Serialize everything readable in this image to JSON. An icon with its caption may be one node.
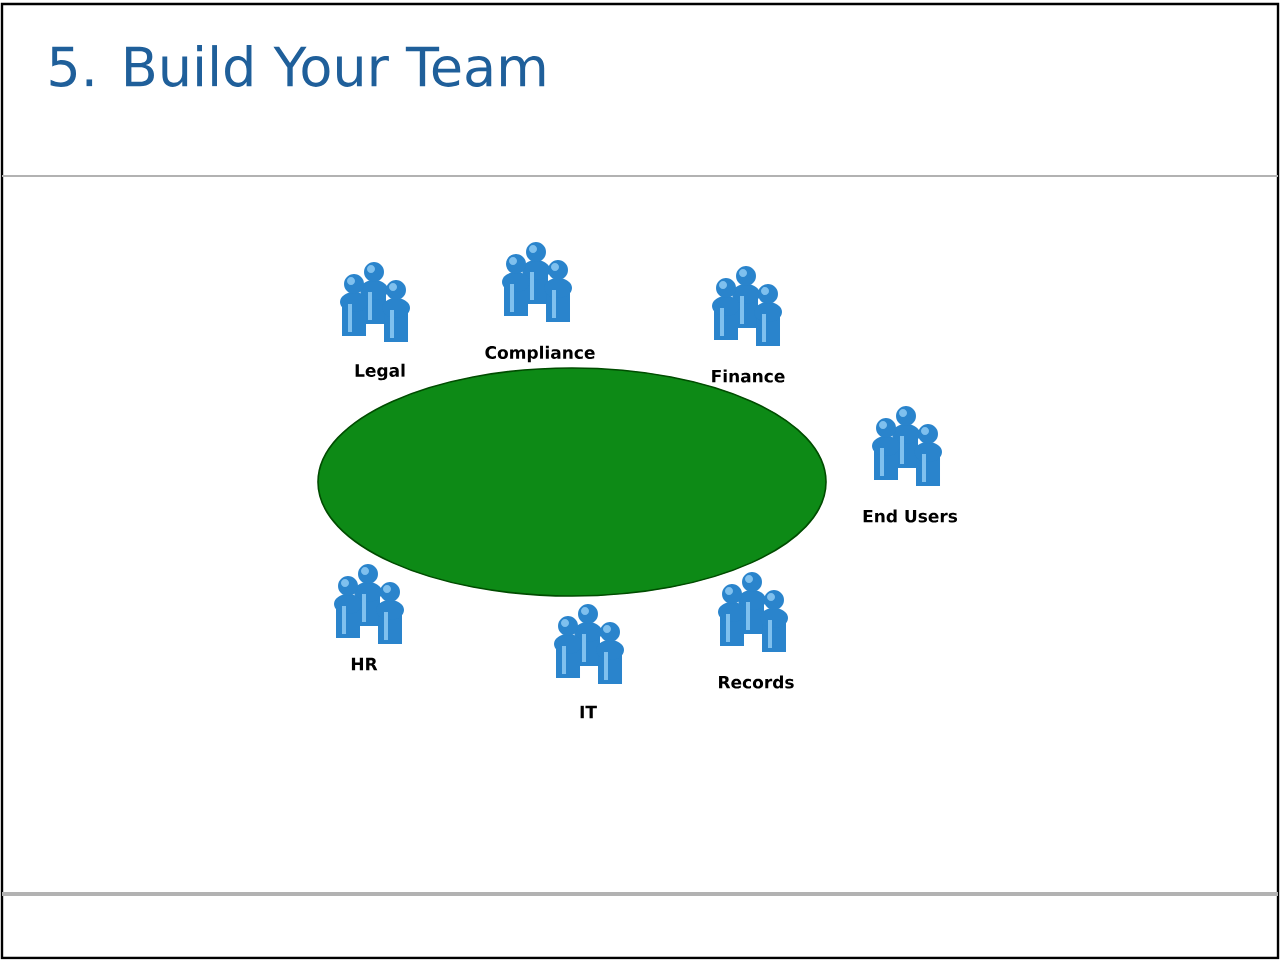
{
  "diagram": {
    "title": "5. Build Your Team",
    "labels": [
      "Legal",
      "Compliance",
      "Finance",
      "End Users",
      "HR",
      "IT",
      "Records"
    ]
  }
}
